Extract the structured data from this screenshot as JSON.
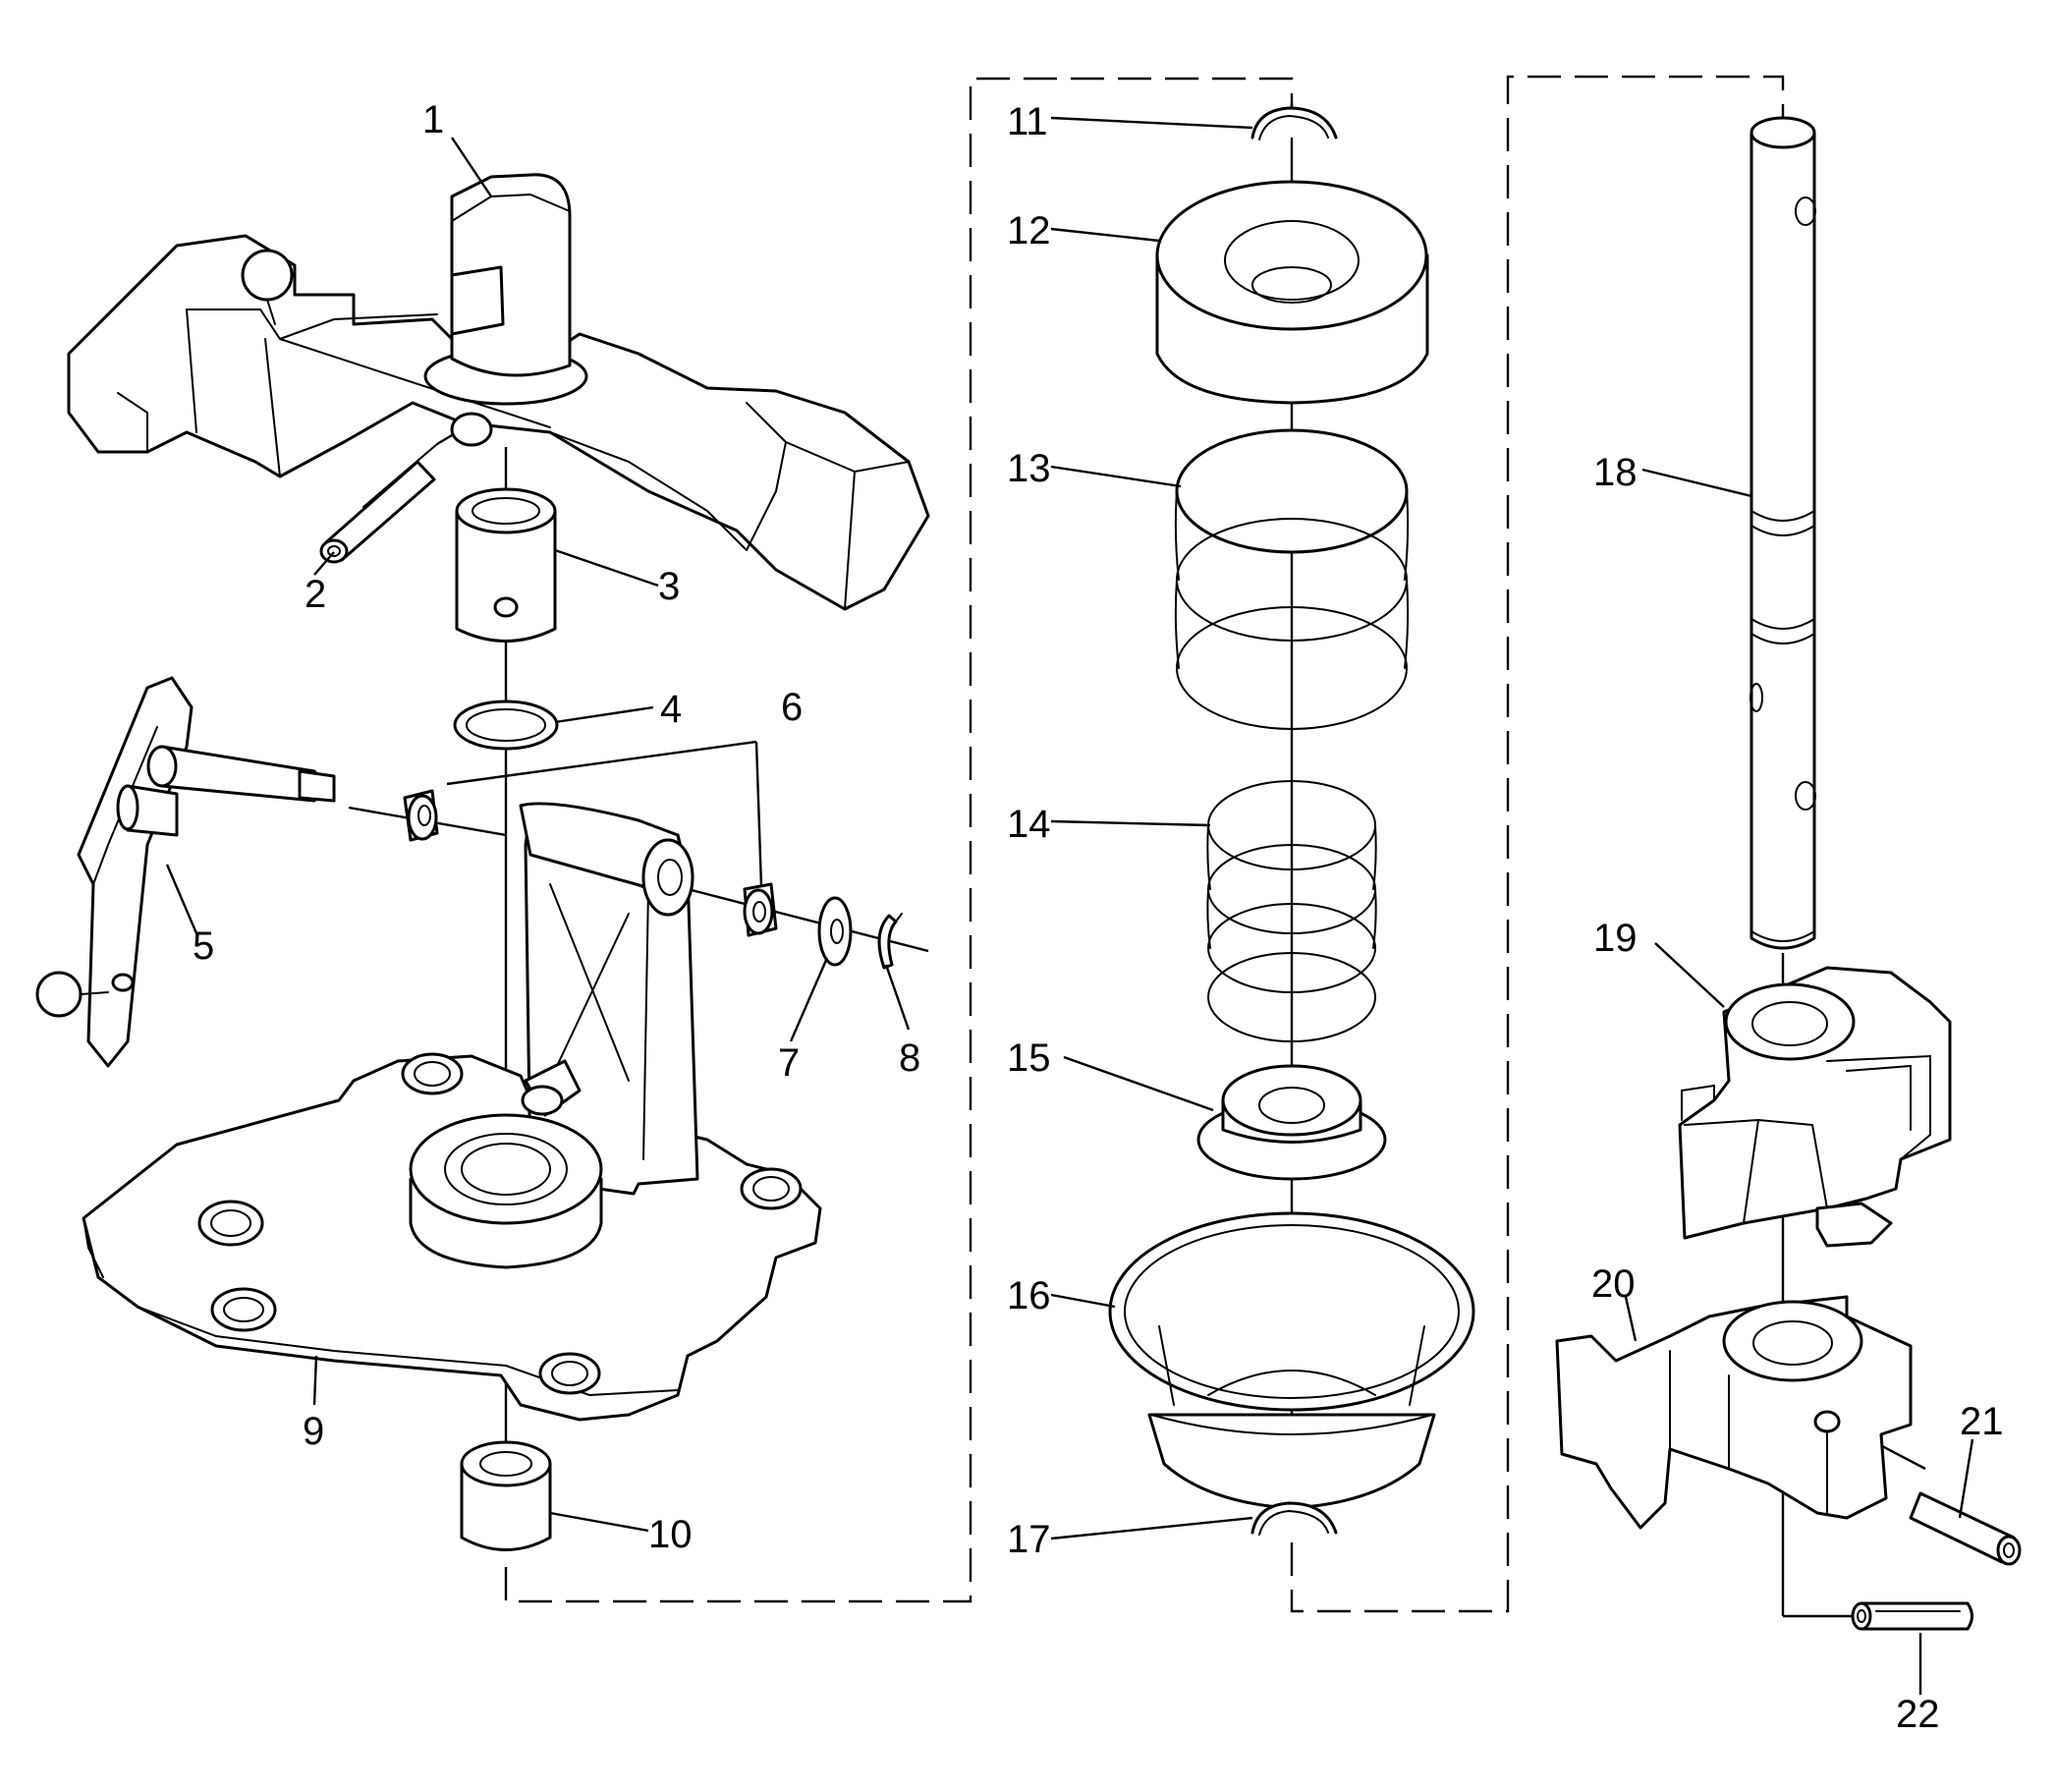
{
  "diagram": {
    "callouts": [
      {
        "number": "1",
        "part": "part-1"
      },
      {
        "number": "2",
        "part": "part-2"
      },
      {
        "number": "3",
        "part": "part-3"
      },
      {
        "number": "4",
        "part": "part-4"
      },
      {
        "number": "5",
        "part": "part-5"
      },
      {
        "number": "6",
        "part": "part-6"
      },
      {
        "number": "7",
        "part": "part-7"
      },
      {
        "number": "8",
        "part": "part-8"
      },
      {
        "number": "9",
        "part": "part-9"
      },
      {
        "number": "10",
        "part": "part-10"
      },
      {
        "number": "11",
        "part": "part-11"
      },
      {
        "number": "12",
        "part": "part-12"
      },
      {
        "number": "13",
        "part": "part-13"
      },
      {
        "number": "14",
        "part": "part-14"
      },
      {
        "number": "15",
        "part": "part-15"
      },
      {
        "number": "16",
        "part": "part-16"
      },
      {
        "number": "17",
        "part": "part-17"
      },
      {
        "number": "18",
        "part": "part-18"
      },
      {
        "number": "19",
        "part": "part-19"
      },
      {
        "number": "20",
        "part": "part-20"
      },
      {
        "number": "21",
        "part": "part-21"
      },
      {
        "number": "22",
        "part": "part-22"
      }
    ]
  }
}
